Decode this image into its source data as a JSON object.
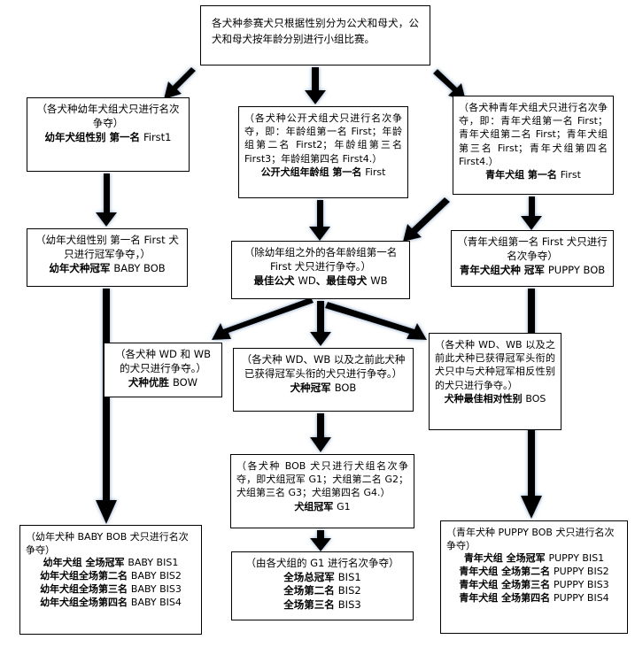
{
  "diagram": {
    "title_box": {
      "text": "各犬种参赛犬只根据性别分为公犬和母犬，公犬和母犬按年龄分别进行小组比赛。"
    },
    "boxes": {
      "baby_first": {
        "note": "（各犬种幼年犬组犬只进行名次争夺）",
        "result": "幼年犬组性别 第一名 ",
        "code": "First1"
      },
      "open_first": {
        "note": "（各犬种公开犬组犬只进行名次争夺，即：年龄组第一名 First；年龄组第二名 First2；年龄组第三名 First3；年龄组第四名 First4.）",
        "result": "公开犬组年龄组 第一名 ",
        "code": "First"
      },
      "puppy_first": {
        "note": "（各犬种青年犬组犬只进行名次争夺，即：青年犬组第一名 First；青年犬组第二名 First；青年犬组第三名 First；青年犬组第四名 First4.）",
        "result": "青年犬组 第一名 ",
        "code": "First"
      },
      "baby_bob": {
        "note": "（幼年犬组性别 第一名 First 犬只进行冠军争夺，）",
        "result": "幼年犬种冠军 ",
        "code": "BABY BOB"
      },
      "wd_wb": {
        "note": "（除幼年组之外的各年龄组第一名 First 犬只进行争夺。）",
        "result_a": "最佳公犬 ",
        "code_a": "WD",
        "result_sep": "、",
        "result_b": "最佳母犬 ",
        "code_b": "WB"
      },
      "puppy_bob": {
        "note": "（青年犬组第一名 First 犬只进行名次争夺）",
        "result": "青年犬组犬种 冠军 ",
        "code": "PUPPY BOB"
      },
      "bow": {
        "note": "（各犬种 WD 和 WB 的犬只进行争夺。）",
        "result": "犬种优胜 ",
        "code": "BOW"
      },
      "bob": {
        "note": "（各犬种 WD、WB 以及之前此犬种已获得冠军头衔的犬只进行争夺。）",
        "result": "犬种冠军 ",
        "code": "BOB"
      },
      "bos": {
        "note": "（各犬种 WD、WB 以及之前此犬种已获得冠军头衔的犬只中与犬种冠军相反性别的犬只进行争夺。）",
        "result": "犬种最佳相对性别 ",
        "code": "BOS"
      },
      "g1": {
        "note": "（各犬种 BOB 犬只进行犬组名次争夺，即犬组冠军 G1；犬组第二名 G2；犬组第三名 G3；犬组第四名 G4.）",
        "result": "犬组冠军 ",
        "code": "G1"
      },
      "bis": {
        "note": "（由各犬组的 G1 进行名次争夺）",
        "lines": [
          {
            "label": "全场总冠军 ",
            "code": "BIS1"
          },
          {
            "label": "全场第二名 ",
            "code": "BIS2"
          },
          {
            "label": "全场第三名 ",
            "code": "BIS3"
          }
        ]
      },
      "baby_bis": {
        "note": "（幼年犬种 BABY BOB 犬只进行名次争夺）",
        "lines": [
          {
            "label": "幼年犬组 全场冠军  ",
            "code": "BABY BIS1"
          },
          {
            "label": "幼年犬组全场第二名 ",
            "code": "BABY BIS2"
          },
          {
            "label": "幼年犬组全场第三名 ",
            "code": "BABY BIS3"
          },
          {
            "label": "幼年犬组全场第四名 ",
            "code": "BABY BIS4"
          }
        ]
      },
      "puppy_bis": {
        "note": "（青年犬种 PUPPY BOB 犬只进行名次争夺）",
        "lines": [
          {
            "label": "青年犬组  全场冠军  ",
            "code": "PUPPY BIS1"
          },
          {
            "label": "青年犬组 全场第二名 ",
            "code": "PUPPY BIS2"
          },
          {
            "label": "青年犬组 全场第三名 ",
            "code": "PUPPY BIS3"
          },
          {
            "label": "青年犬组 全场第四名 ",
            "code": "PUPPY BIS4"
          }
        ]
      }
    },
    "colors": {
      "arrow_fill": "#000000",
      "arrow_glow": "#7f9fc4",
      "box_border": "#000000",
      "background": "#ffffff",
      "text": "#000000"
    }
  }
}
